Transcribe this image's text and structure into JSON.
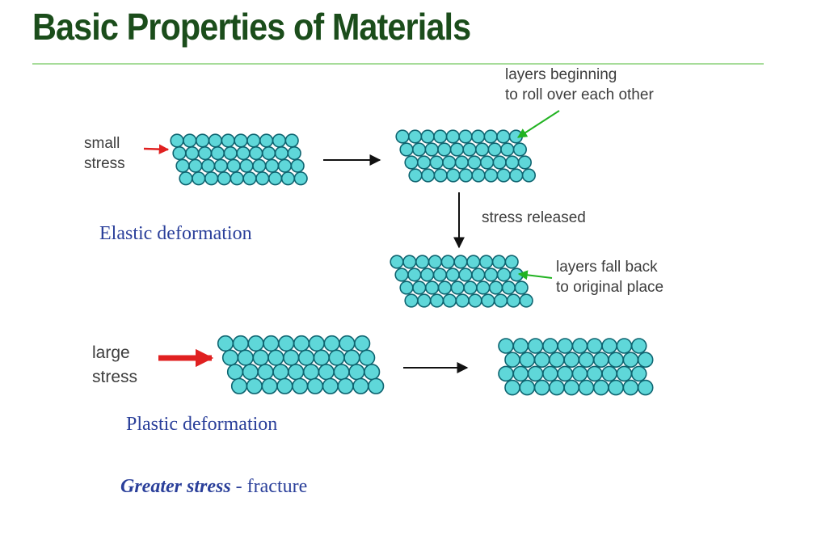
{
  "title": "Basic Properties of Materials",
  "labels": {
    "small_stress": [
      "small",
      "stress"
    ],
    "rolling": [
      "layers beginning",
      "to roll over each other"
    ],
    "stress_released": "stress released",
    "fall_back": [
      "layers fall back",
      "to original place"
    ],
    "large_stress": [
      "large",
      "stress"
    ]
  },
  "captions": {
    "elastic": "Elastic deformation",
    "plastic": "Plastic deformation",
    "greater_stress": "Greater stress",
    "fracture": " - fracture"
  },
  "colors": {
    "title": "#1b4d1b",
    "rule": "#a7dc9a",
    "atom_fill": "#5fd7d9",
    "atom_stroke": "#0e6470",
    "stress_arrow": "#e02020",
    "pointer_arrow": "#22b322",
    "flow_arrow": "#111111",
    "caption": "#2a3f9a"
  },
  "lattices": [
    {
      "name": "lattice-elastic-initial",
      "rows": 4,
      "atoms_per_row": 10
    },
    {
      "name": "lattice-elastic-stressed",
      "rows": 4,
      "atoms_per_row": 10
    },
    {
      "name": "lattice-elastic-released",
      "rows": 4,
      "atoms_per_row": 10
    },
    {
      "name": "lattice-plastic-initial",
      "rows": 4,
      "atoms_per_row": 10
    },
    {
      "name": "lattice-plastic-deformed",
      "rows": 4,
      "atoms_per_row": 10
    }
  ]
}
